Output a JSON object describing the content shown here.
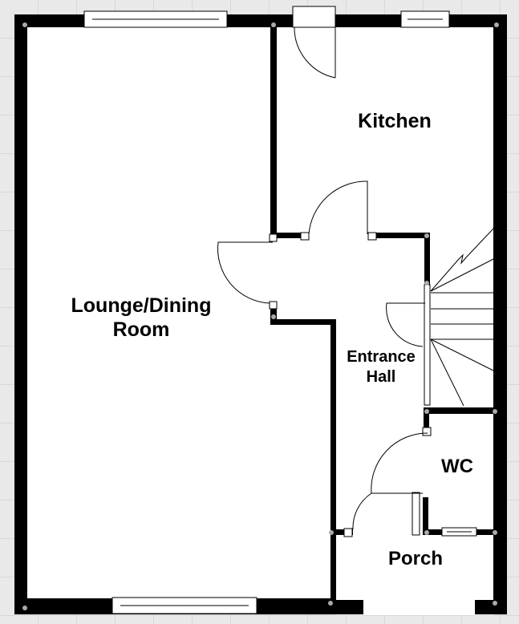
{
  "rooms": {
    "kitchen": "Kitchen",
    "lounge_line1": "Lounge/Dining",
    "lounge_line2": "Room",
    "hall_line1": "Entrance",
    "hall_line2": "Hall",
    "wc": "WC",
    "porch": "Porch"
  },
  "colors": {
    "wall": "#000000",
    "floor": "#ffffff",
    "background": "#e9e9e9",
    "grid": "#c8c8c8"
  }
}
